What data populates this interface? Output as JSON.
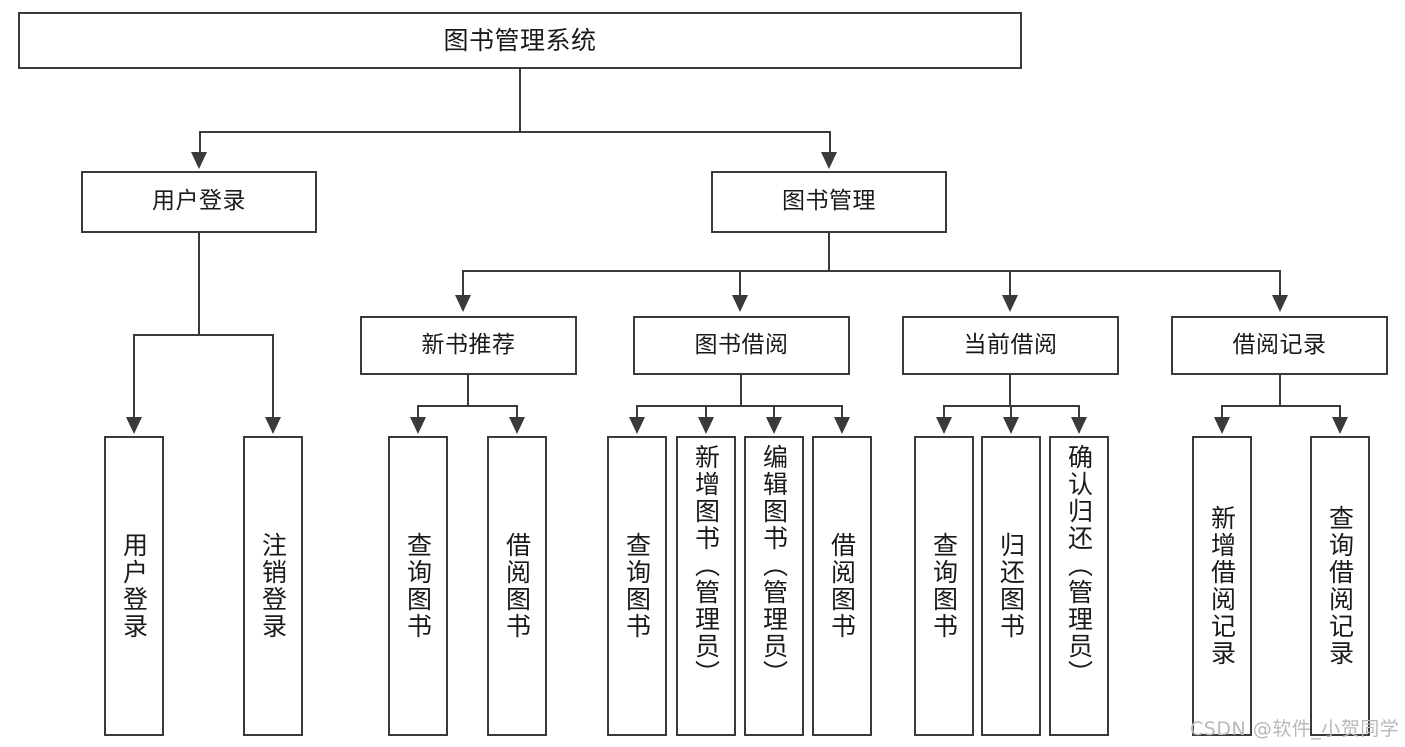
{
  "diagram": {
    "title": "图书管理系统",
    "type": "tree-hierarchy-diagram",
    "root": {
      "label": "图书管理系统"
    },
    "level1": [
      {
        "label": "用户登录"
      },
      {
        "label": "图书管理"
      }
    ],
    "level2": [
      {
        "label": "新书推荐"
      },
      {
        "label": "图书借阅"
      },
      {
        "label": "当前借阅"
      },
      {
        "label": "借阅记录"
      }
    ],
    "leaves": {
      "user_login": [
        {
          "label": "用户登录"
        },
        {
          "label": "注销登录"
        }
      ],
      "new_book_recommend": [
        {
          "label": "查询图书"
        },
        {
          "label": "借阅图书"
        }
      ],
      "book_borrow": [
        {
          "label": "查询图书"
        },
        {
          "label": "新增图书（管理员）"
        },
        {
          "label": "编辑图书（管理员）"
        },
        {
          "label": "借阅图书"
        }
      ],
      "current_borrow": [
        {
          "label": "查询图书"
        },
        {
          "label": "归还图书"
        },
        {
          "label": "确认归还（管理员）"
        }
      ],
      "borrow_record": [
        {
          "label": "新增借阅记录"
        },
        {
          "label": "查询借阅记录"
        }
      ]
    }
  },
  "watermark": {
    "text": "CSDN @软件_小贺同学"
  },
  "colors": {
    "stroke": "#3a3a3a",
    "background": "#ffffff",
    "text": "#1a1a1a",
    "watermark": "#b8b8b8"
  }
}
